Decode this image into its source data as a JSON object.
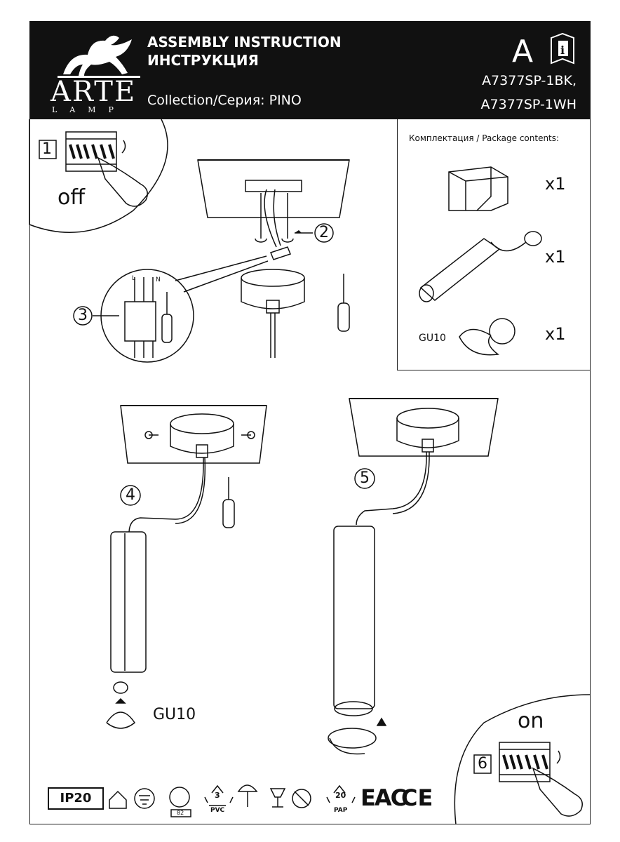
{
  "header": {
    "brand": "ARTE",
    "brand_sub": "LAMP",
    "title_en": "ASSEMBLY INSTRUCTION",
    "title_ru": "ИНСТРУКЦИЯ",
    "collection": "Collection/Серия: PINO",
    "class_letter": "A",
    "model_1": "A7377SP-1BK,",
    "model_2": "A7377SP-1WH"
  },
  "package": {
    "title": "Комплектация / Package contents:",
    "items": [
      {
        "icon": "box-icon",
        "qty": "x1"
      },
      {
        "icon": "pendant-lamp-icon",
        "qty": "x1"
      },
      {
        "icon": "gu10-socket-icon",
        "label": "GU10",
        "qty": "x1"
      }
    ]
  },
  "steps": {
    "s1": "1",
    "s2": "2",
    "s3": "3",
    "s4": "4",
    "s5": "5",
    "s6": "6",
    "off": "off",
    "on": "on",
    "wire_l": "L",
    "wire_n": "N",
    "bulb": "GU10"
  },
  "symbols": {
    "ip": "IP20",
    "pvc_num": "3",
    "pvc": "PVC",
    "pap_num": "20",
    "pap": "PAP",
    "num82": "82",
    "eac": "EAC",
    "ce": "CE"
  }
}
